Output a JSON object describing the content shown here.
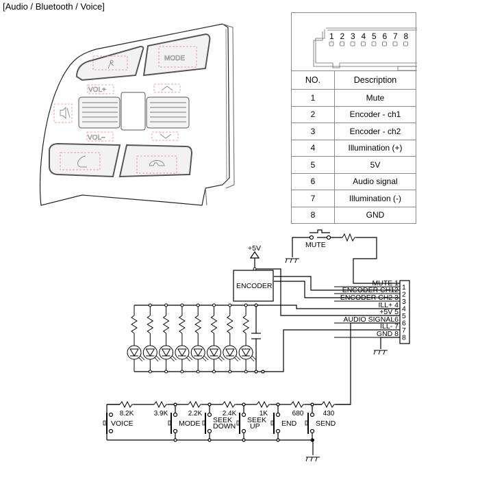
{
  "title": "[Audio / Bluetooth / Voice]",
  "switch_illustration": {
    "buttons": [
      {
        "id": "voice",
        "label": "",
        "icon": "voice-recognition-icon"
      },
      {
        "id": "mode",
        "label": "MODE",
        "icon": ""
      },
      {
        "id": "vol-plus",
        "label": "VOL+",
        "icon": ""
      },
      {
        "id": "seek-up",
        "label": "",
        "icon": "chevron-up-icon"
      },
      {
        "id": "mute",
        "label": "",
        "icon": "mute-speaker-icon"
      },
      {
        "id": "vol-minus",
        "label": "VOL−",
        "icon": ""
      },
      {
        "id": "seek-down",
        "label": "",
        "icon": "chevron-down-icon"
      },
      {
        "id": "send",
        "label": "",
        "icon": "phone-send-icon"
      },
      {
        "id": "end",
        "label": "",
        "icon": "phone-end-icon"
      }
    ]
  },
  "connector": {
    "pins": [
      "1",
      "2",
      "3",
      "4",
      "5",
      "6",
      "7",
      "8"
    ]
  },
  "pin_table": {
    "headers": {
      "no": "NO.",
      "description": "Description"
    },
    "rows": [
      {
        "no": "1",
        "description": "Mute"
      },
      {
        "no": "2",
        "description": "Encoder - ch1"
      },
      {
        "no": "3",
        "description": "Encoder - ch2"
      },
      {
        "no": "4",
        "description": "Illumination (+)"
      },
      {
        "no": "5",
        "description": "5V"
      },
      {
        "no": "6",
        "description": "Audio signal"
      },
      {
        "no": "7",
        "description": "Illumination (-)"
      },
      {
        "no": "8",
        "description": "GND"
      }
    ]
  },
  "schematic": {
    "supply_label": "+5V",
    "encoder_label": "ENCODER",
    "mute_switch_label": "MUTE",
    "pin_labels": [
      {
        "text": "MUTE 1",
        "pin": "1"
      },
      {
        "text": "ENCODER CH12",
        "pin": "2"
      },
      {
        "text": "ENCODER CH2 3",
        "pin": "3"
      },
      {
        "text": "ILL+ 4",
        "pin": "4"
      },
      {
        "text": "+5V 5",
        "pin": "5"
      },
      {
        "text": "AUDIO SIGNAL6",
        "pin": "6"
      },
      {
        "text": "ILL- 7",
        "pin": "7"
      },
      {
        "text": "GND 8",
        "pin": "8"
      }
    ],
    "connector_pins": [
      "1",
      "2",
      "3",
      "4",
      "5",
      "6",
      "7",
      "8"
    ],
    "led_count": 8,
    "ladder": {
      "resistors": [
        "8.2K",
        "3.9K",
        "2.2K",
        "2.4K",
        "1K",
        "680",
        "430"
      ],
      "switches": [
        {
          "label": "VOICE"
        },
        {
          "label": "MODE"
        },
        {
          "label": "SEEK DOWN",
          "lines": [
            "SEEK",
            "DOWN"
          ]
        },
        {
          "label": "SEEK UP",
          "lines": [
            "SEEK",
            "UP"
          ]
        },
        {
          "label": "END"
        },
        {
          "label": "SEND"
        }
      ]
    }
  }
}
